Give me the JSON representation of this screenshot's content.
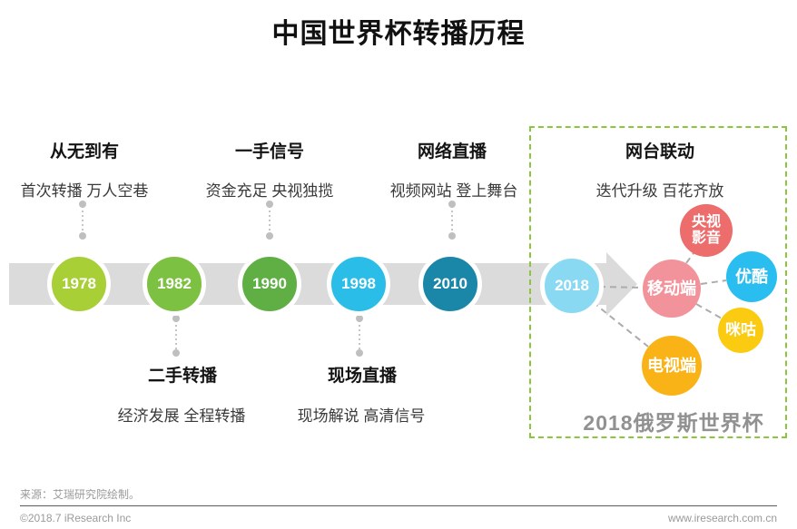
{
  "title": "中国世界杯转播历程",
  "timeline": {
    "milestones": [
      {
        "year": "1978",
        "color": "#A8CF35",
        "heading": "从无到有",
        "desc": "首次转播 万人空巷",
        "label_position": "above"
      },
      {
        "year": "1982",
        "color": "#7DC142",
        "heading": "二手转播",
        "desc": "经济发展 全程转播",
        "label_position": "below"
      },
      {
        "year": "1990",
        "color": "#5FAF44",
        "heading": "一手信号",
        "desc": "资金充足 央视独揽",
        "label_position": "above"
      },
      {
        "year": "1998",
        "color": "#29BDE8",
        "heading": "现场直播",
        "desc": "现场解说 高清信号",
        "label_position": "below"
      },
      {
        "year": "2010",
        "color": "#1A87A8",
        "heading": "网络直播",
        "desc": "视频网站 登上舞台",
        "label_position": "above"
      },
      {
        "year": "2018",
        "color": "#8AD9F2",
        "heading": "网台联动",
        "desc": "迭代升级 百花齐放",
        "label_position": "above"
      }
    ]
  },
  "cluster": {
    "caption": "2018俄罗斯世界杯",
    "platforms": [
      {
        "name": "央视影音",
        "color": "#ED6C6C"
      },
      {
        "name": "移动端",
        "color": "#F2939B"
      },
      {
        "name": "优酷",
        "color": "#29BDF0"
      },
      {
        "name": "咪咕",
        "color": "#FBCB12"
      },
      {
        "name": "电视端",
        "color": "#FAB317"
      }
    ]
  },
  "theme": {
    "band_color": "#DBDBDB",
    "highlight_border": "#8CC63E",
    "caption_color": "#919191",
    "dotted_connector": "#C6C6C6",
    "dashed_connector": "#ACACAC"
  },
  "footer": {
    "source": "来源：艾瑞研究院绘制。",
    "copyright": "©2018.7 iResearch Inc",
    "website": "www.iresearch.com.cn"
  }
}
